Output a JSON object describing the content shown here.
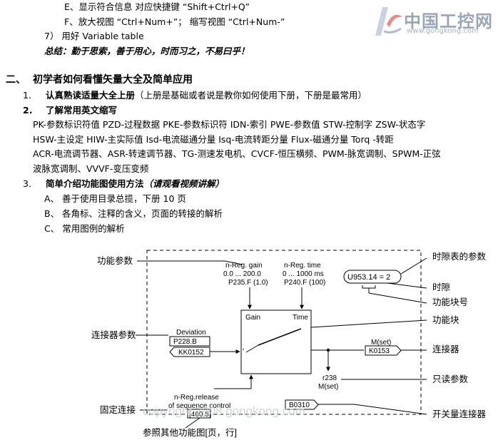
{
  "logo": {
    "text": "中国工控网",
    "url": "www.gongkong.com"
  },
  "lines": {
    "l1": "E、显示符合信息 对应快捷键 “Shift+Ctrl+Q”",
    "l2": "F、放大视图 “Ctrl+Num+”； 缩写视图 “Ctrl+Num-”",
    "l3": "7） 用好 Variable table",
    "l4": "总结：勤于思索，善于用心，时而习之，不易曰乎！",
    "section_num": "二、",
    "section_title": "初学者如何看懂矢量大全及简单应用",
    "i1_num": "1.",
    "i1_bold": "认真熟读适量大全上册",
    "i1_rest": "（上册是基础或者说是教你如何使用下册，下册是最常用）",
    "i2_num": "2.",
    "i2_bold": "了解常用英文缩写",
    "abbr1": "PK-参数标识符值 PZD-过程数据 PKE-参数标识符 IDN-索引 PWE-参数值 STW-控制字 ZSW-状态字",
    "abbr2": "HSW-主设定 HIW-主实际值 Isd-电流磁通分量 Isq-电流转距分量 Flux-磁通分量 Torq -转距",
    "abbr3": "ACR-电流调节器、ASR-转速调节器、TG-测速发电机、CVCF-恒压横频、PWM-脉宽调制、SPWM-正弦",
    "abbr4": "波脉宽调制、VVVF-变压变频",
    "i3_num": "3.",
    "i3_bold": "简单介绍功能图使用方法",
    "i3_note": "（请观看视频讲解）",
    "s_a": "A、 善于使用目录总揽，下册 10 页",
    "s_b": "B、 各角标、注释的含义，页面的转接的解析",
    "s_c": "C、 常用图例的解析"
  },
  "diagram": {
    "label_func_param": "功能参数",
    "label_connector_param": "连接器参数",
    "label_fixed_conn": "固定连接",
    "label_ref_other": "参照其他功能图[页，行]",
    "label_timeslot_table": "时隙表的参数",
    "label_timeslot": "时隙",
    "label_block_no": "功能块号",
    "label_func_block": "功能块",
    "label_connector": "连接器",
    "label_readonly": "只读参数",
    "label_binector": "开关量连接器",
    "gain_title": "n-Reg. gain",
    "gain_range": "0.0 ... 200.0",
    "gain_param": "P235.F (1.0)",
    "time_title": "n-Reg. time",
    "time_range": "0 ... 1000 ms",
    "time_param": "P240.F (100)",
    "gain_label": "Gain",
    "time_label": "Time",
    "deviation": "Deviation",
    "p228": "P228.B",
    "kk0152": "KK0152",
    "mset": "M(set)",
    "k0153": "K0153",
    "r238": "r238",
    "r238_sub": "M(set)",
    "release1": "n-Reg.release",
    "release2": "of sequence control",
    "ref_page": "[460.8]",
    "b0310": "B0310",
    "u953": "U953.14 = 2",
    "watermark": "copyright 2008 gongkong.com"
  }
}
